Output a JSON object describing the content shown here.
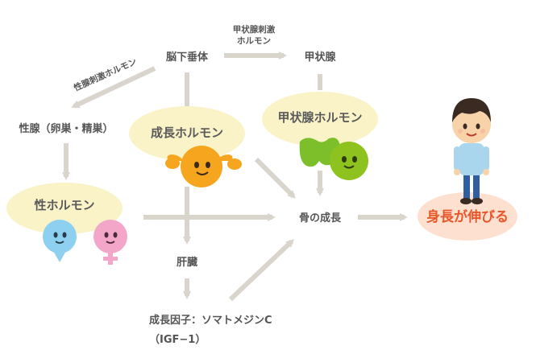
{
  "nodes": {
    "pituitary": "脳下垂体",
    "tsh": "甲状腺刺激ホルモン",
    "tsh_line1": "甲状腺刺激",
    "tsh_line2": "ホルモン",
    "thyroid": "甲状腺",
    "gonadotropin": "性腺刺激ホルモン",
    "gonads": "性腺（卵巣・精巣）",
    "growth_hormone": "成長ホルモン",
    "thyroid_hormone": "甲状腺ホルモン",
    "sex_hormone": "性ホルモン",
    "bone_growth": "骨の成長",
    "liver": "肝臓",
    "growth_factor": "成長因子：ソマトメジンC",
    "igf": "（IGF−1）",
    "height_growth": "身長が伸びる"
  },
  "colors": {
    "arrow": "#d9d5cc",
    "bubble": "#faf3c8",
    "orange_bubble": "#fde0cf",
    "growth_char": "#f6a51f",
    "thyroid_char": "#8ec31f",
    "thyroid_leaf": "#7cbf2a",
    "male_char": "#8dd0f0",
    "female_char": "#f4a6c8",
    "text": "#555555",
    "accent_text": "#e8572a"
  }
}
